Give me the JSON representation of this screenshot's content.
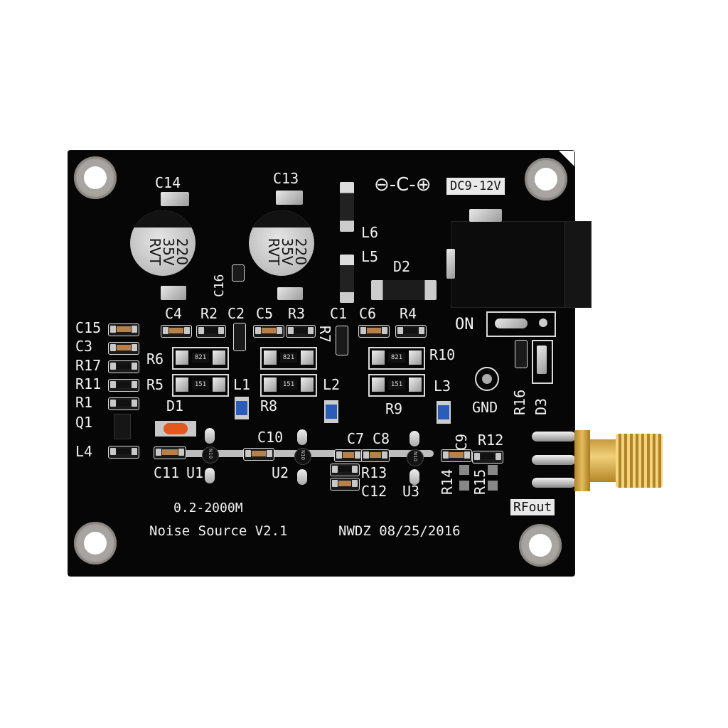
{
  "product": {
    "name": "Noise Source V2.1",
    "frequency_range": "0.2-2000M",
    "maker_date": "NWDZ 08/25/2016",
    "power_label": "DC9-12V",
    "power_polarity": "⊖-C-⊕",
    "output_label": "RFout",
    "switch_label": "ON",
    "gnd_label": "GND"
  },
  "capacitors_electrolytic": [
    {
      "ref": "C14",
      "marking": [
        "220",
        "35V",
        "RVT"
      ]
    },
    {
      "ref": "C13",
      "marking": [
        "220",
        "35V",
        "RVT"
      ]
    }
  ],
  "silkscreen": {
    "C16": "C16",
    "L6": "L6",
    "L5": "L5",
    "D2": "D2",
    "C4": "C4",
    "R2": "R2",
    "C2": "C2",
    "C5": "C5",
    "R3": "R3",
    "C1": "C1",
    "C6": "C6",
    "R4": "R4",
    "R7": "R7",
    "C15": "C15",
    "C3": "C3",
    "R17": "R17",
    "R11": "R11",
    "R1": "R1",
    "Q1": "Q1",
    "L4": "L4",
    "R6": "R6",
    "R5": "R5",
    "D1": "D1",
    "L1": "L1",
    "R8": "R8",
    "L2": "L2",
    "R9": "R9",
    "R10": "R10",
    "L3": "L3",
    "C10": "C10",
    "C11": "C11",
    "U1": "U1",
    "U2": "U2",
    "C7": "C7",
    "C8": "C8",
    "R13": "R13",
    "C12": "C12",
    "U3": "U3",
    "C9": "C9",
    "R12": "R12",
    "R14": "R14",
    "R15": "R15",
    "R16": "R16",
    "D3": "D3"
  },
  "resistor_codes": {
    "r821": "821",
    "r151": "151",
    "mmic": "N10"
  },
  "colors": {
    "board": "#060606",
    "silkscreen": "#f1f1f1",
    "gold": "#e3bb5c",
    "diode": "#e2581e",
    "inductor": "#2a5cb8"
  }
}
